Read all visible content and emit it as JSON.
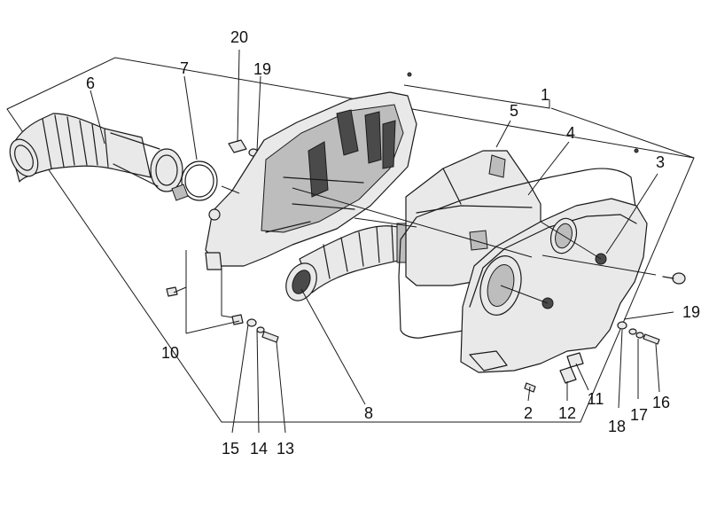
{
  "diagram": {
    "callouts": [
      {
        "id": "1",
        "label": "1"
      },
      {
        "id": "2",
        "label": "2"
      },
      {
        "id": "3",
        "label": "3"
      },
      {
        "id": "4",
        "label": "4"
      },
      {
        "id": "5",
        "label": "5"
      },
      {
        "id": "6",
        "label": "6"
      },
      {
        "id": "7",
        "label": "7"
      },
      {
        "id": "8",
        "label": "8"
      },
      {
        "id": "10",
        "label": "10"
      },
      {
        "id": "11",
        "label": "11"
      },
      {
        "id": "12",
        "label": "12"
      },
      {
        "id": "13",
        "label": "13"
      },
      {
        "id": "14",
        "label": "14"
      },
      {
        "id": "15",
        "label": "15"
      },
      {
        "id": "16",
        "label": "16"
      },
      {
        "id": "17",
        "label": "17"
      },
      {
        "id": "18",
        "label": "18"
      },
      {
        "id": "19a",
        "label": "19"
      },
      {
        "id": "19b",
        "label": "19"
      },
      {
        "id": "20",
        "label": "20"
      }
    ]
  }
}
